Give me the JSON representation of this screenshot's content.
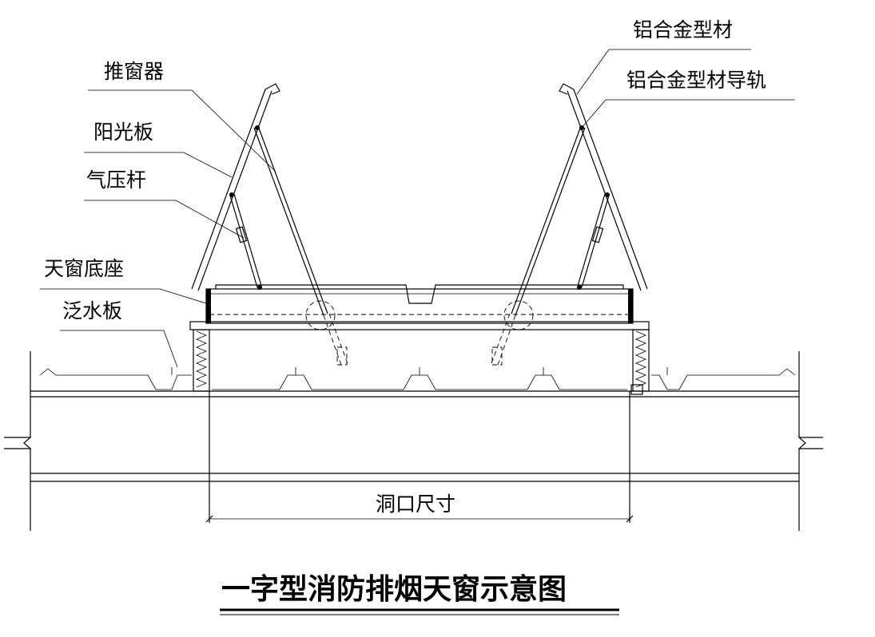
{
  "labels": {
    "aluminum_profile": "铝合金型材",
    "aluminum_guide_rail": "铝合金型材导轨",
    "window_opener": "推窗器",
    "polycarbonate_sheet": "阳光板",
    "gas_strut": "气压杆",
    "skylight_base": "天窗底座",
    "flashing": "泛水板",
    "opening_size": "洞口尺寸"
  },
  "title": "一字型消防排烟天窗示意图"
}
